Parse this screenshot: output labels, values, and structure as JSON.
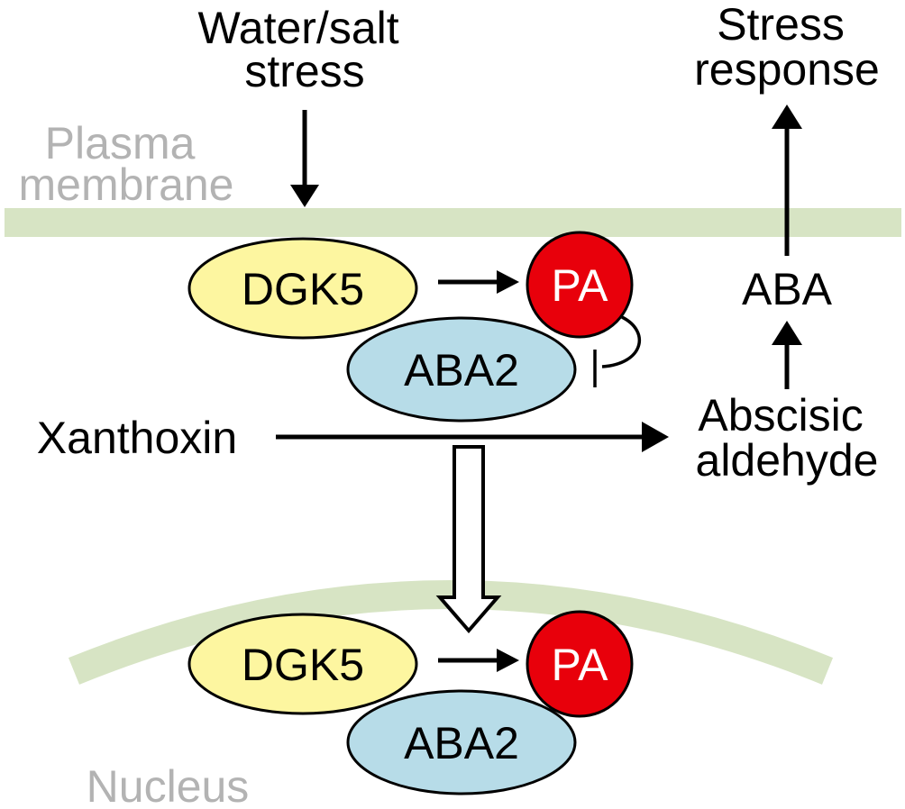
{
  "labels": {
    "water_salt_stress": [
      "Water/salt",
      "stress"
    ],
    "stress_response": [
      "Stress",
      "response"
    ],
    "plasma_membrane": [
      "Plasma",
      "membrane"
    ],
    "xanthoxin": "Xanthoxin",
    "abscisic_aldehyde": [
      "Abscisic",
      "aldehyde"
    ],
    "aba": "ABA",
    "nucleus": "Nucleus"
  },
  "membrane_complex": {
    "dgk5": "DGK5",
    "aba2": "ABA2",
    "pa": "PA"
  },
  "nucleus_complex": {
    "dgk5": "DGK5",
    "aba2": "ABA2",
    "pa": "PA"
  },
  "colors": {
    "membrane": "#d7e4c4",
    "dgk5_fill": "#fdf6a0",
    "aba2_fill": "#b7dce8",
    "pa_fill": "#e8000b",
    "gray_text": "#b3b3b3",
    "stroke": "#000000"
  }
}
